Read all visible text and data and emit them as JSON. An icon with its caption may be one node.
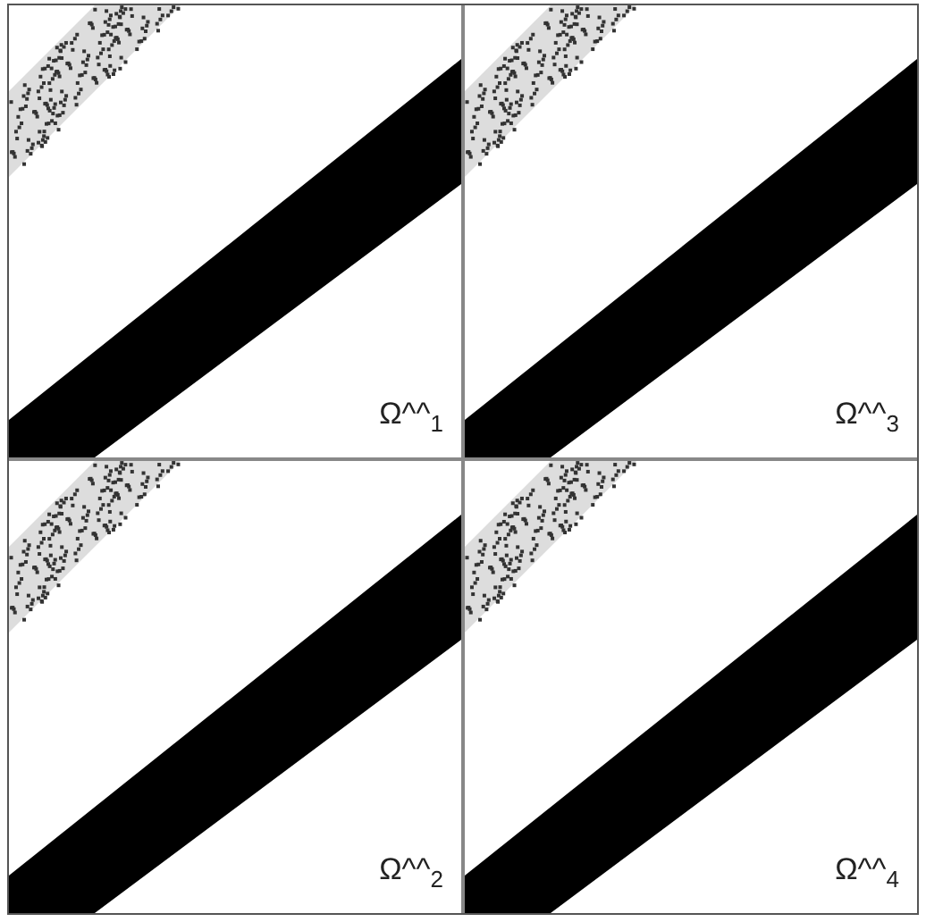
{
  "diagram": {
    "nodes": [
      {
        "text": [
          "Ω^^$_{1}$"
        ]
      },
      {
        "text": [
          "Ω^^$_{3}$"
        ]
      },
      {
        "text": [
          "Ω^^$_{2}$"
        ]
      },
      {
        "text": [
          "Ω^^$_{4}$"
        ]
      }
    ]
  }
}
